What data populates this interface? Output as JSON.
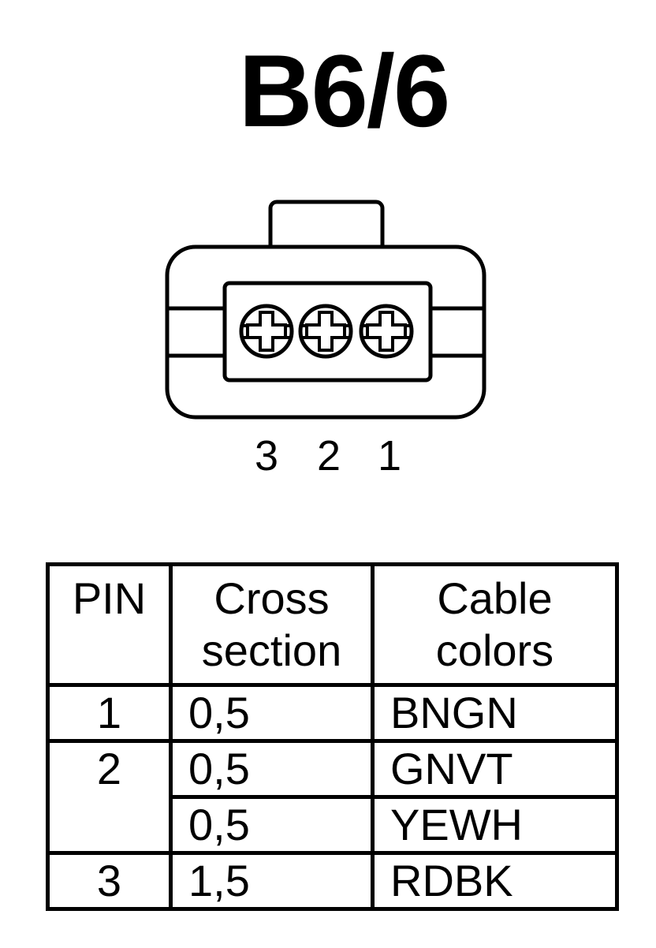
{
  "title": "B6/6",
  "connector": {
    "pin_order_labels": [
      "3",
      "2",
      "1"
    ]
  },
  "table": {
    "headers": {
      "pin": "PIN",
      "cross_section": [
        "Cross",
        "section"
      ],
      "cable_colors": [
        "Cable",
        "colors"
      ]
    },
    "rows": [
      {
        "pin": "1",
        "cross_section": "0,5",
        "color": "BNGN"
      },
      {
        "pin": "2",
        "cross_section": "0,5",
        "color": "GNVT"
      },
      {
        "pin": "",
        "cross_section": "0,5",
        "color": "YEWH"
      },
      {
        "pin": "3",
        "cross_section": "1,5",
        "color": "RDBK"
      }
    ]
  }
}
